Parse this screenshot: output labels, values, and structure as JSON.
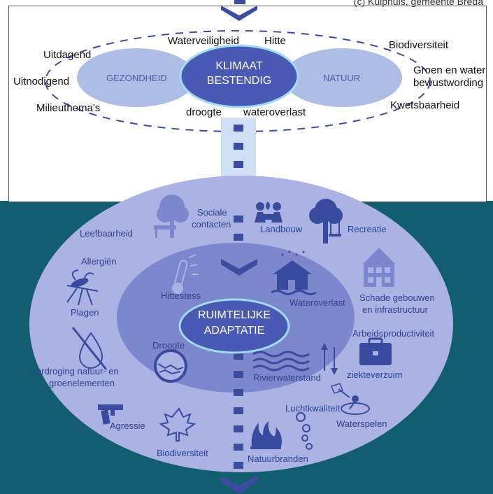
{
  "copyright": "(c) Kuiphuis, gemeente Breda",
  "colors": {
    "teal_background": "#125d6f",
    "top_center_ellipse": "#4a59b4",
    "top_side_ellipses": "#aebde6",
    "outer_ellipse": "#aab3e3",
    "inner_ellipse": "#7d87cd",
    "center_ellipse": "#4a59b4",
    "icon_color": "#3a4a9e",
    "dash_color": "#3c4da0"
  },
  "top_diagram": {
    "center": [
      "KLIMAAT",
      "BESTENDIG"
    ],
    "left": "GEZONDHEID",
    "right": "NATUUR",
    "labels": {
      "waterveiligheid": "Waterveiligheid",
      "hitte": "Hitte",
      "uitdagend": "Uitdagend",
      "uitnodigend": "Uitnodigend",
      "milieuthemas": "Milieuthema's",
      "droogte": "droogte",
      "wateroverlast": "wateroverlast",
      "biodiversiteit": "Biodiversiteit",
      "groen_line1": "Groen en water",
      "groen_line2": "bewustwording",
      "kwetsbaarheid": "Kwetsbaarheid"
    }
  },
  "bottom_diagram": {
    "center": [
      "RUIMTELIJKE",
      "ADAPTATIE"
    ],
    "labels": {
      "leefbaarheid": "Leefbaarheid",
      "sociale_line1": "Sociale",
      "sociale_line2": "contacten",
      "landbouw": "Landbouw",
      "recreatie": "Recreatie",
      "allergien": "Allergiën",
      "hittestess": "Hittestess",
      "wateroverlast": "Wateroverlast",
      "schade_line1": "Schade gebouwen",
      "schade_line2": "en infrastructuur",
      "plagen": "Plagen",
      "droogte": "Droogte",
      "arbeidsproductiviteit": "Arbeidsproductiviteit",
      "verdroging_line1": "Verdroging natuur- en",
      "verdroging_line2": "groenelementen",
      "rivierwaterstand": "Rivierwaterstand",
      "ziekteverzuim": "ziekteverzuim",
      "luchtkwaliteit": "Luchtkwaliteit",
      "agressie": "Agressie",
      "waterspelen": "Waterspelen",
      "biodiversiteit": "Biodiversiteit",
      "natuurbranden": "Natuurbranden"
    }
  },
  "icons": [
    "tree-bench-icon",
    "people-plant-icon",
    "tree-swing-icon",
    "thermometer-icon",
    "flooded-house-icon",
    "damaged-building-icon",
    "mosquito-icon",
    "dry-ground-icon",
    "no-water-drop-icon",
    "water-waves-icon",
    "briefcase-icon",
    "bubbles-icon",
    "gun-icon",
    "swimmer-icon",
    "maple-leaf-icon",
    "fire-icon",
    "chevron-down-icon"
  ]
}
